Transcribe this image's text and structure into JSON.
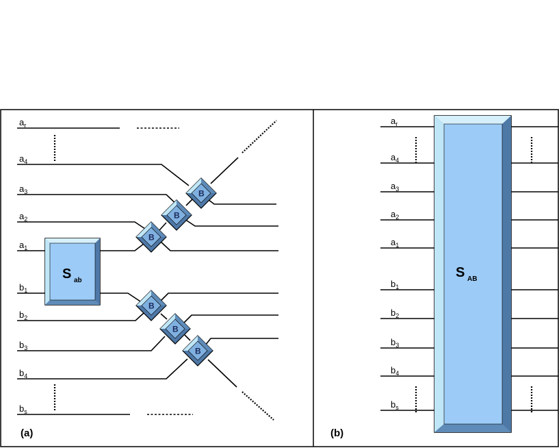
{
  "panel_a": {
    "label": "(a)",
    "block_label": "S",
    "block_sub": "ab",
    "beamsplitter_label": "B",
    "inputs": [
      {
        "letter": "a",
        "sub": "r"
      },
      {
        "letter": "a",
        "sub": "4"
      },
      {
        "letter": "a",
        "sub": "3"
      },
      {
        "letter": "a",
        "sub": "2"
      },
      {
        "letter": "a",
        "sub": "1"
      },
      {
        "letter": "b",
        "sub": "1"
      },
      {
        "letter": "b",
        "sub": "2"
      },
      {
        "letter": "b",
        "sub": "3"
      },
      {
        "letter": "b",
        "sub": "4"
      },
      {
        "letter": "b",
        "sub": "s"
      }
    ]
  },
  "panel_b": {
    "label": "(b)",
    "block_label": "S",
    "block_sub": "AB",
    "inputs": [
      {
        "letter": "a",
        "sub": "r"
      },
      {
        "letter": "a",
        "sub": "4"
      },
      {
        "letter": "a",
        "sub": "3"
      },
      {
        "letter": "a",
        "sub": "2"
      },
      {
        "letter": "a",
        "sub": "1"
      },
      {
        "letter": "b",
        "sub": "1"
      },
      {
        "letter": "b",
        "sub": "2"
      },
      {
        "letter": "b",
        "sub": "3"
      },
      {
        "letter": "b",
        "sub": "4"
      },
      {
        "letter": "b",
        "sub": "s"
      }
    ]
  },
  "colors": {
    "block_fill": "#9ccbf7",
    "block_bevel_light": "#bfe6f7",
    "block_bevel_dark": "#4e78a6",
    "bs_fill": "#7fb0e0",
    "line": "#000000"
  }
}
